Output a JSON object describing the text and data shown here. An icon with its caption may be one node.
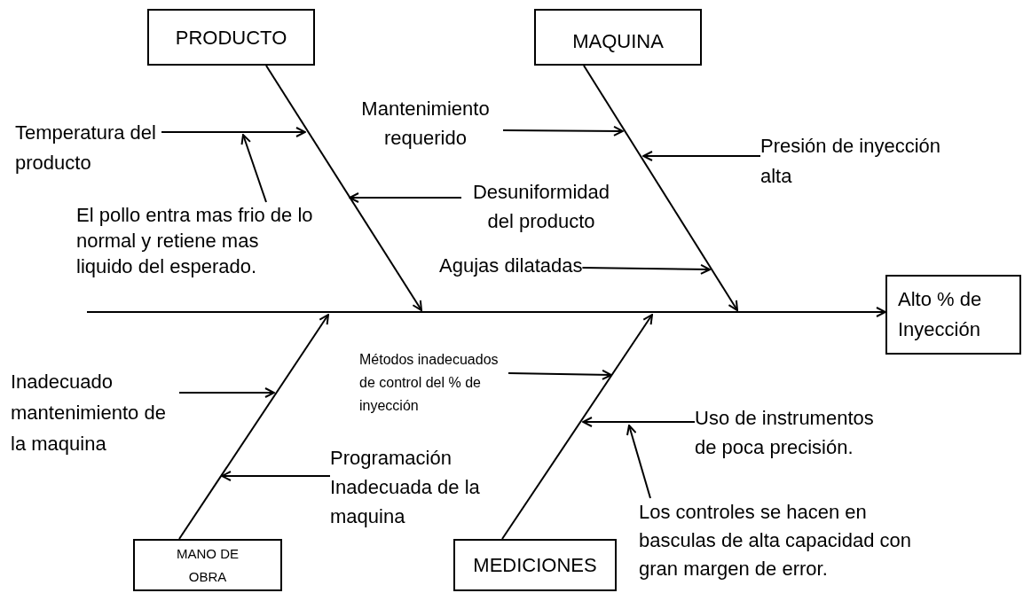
{
  "diagram": {
    "nodes": [
      {
        "text": [
          "PRODUCTO"
        ]
      },
      {
        "text": [
          "MAQUINA"
        ]
      },
      {
        "text": [
          "Alto % de Inyección"
        ]
      },
      {
        "text": [
          "MANO DE OBRA"
        ]
      },
      {
        "text": [
          "MEDICIONES"
        ]
      },
      {
        "text": [
          "Temperatura del producto"
        ]
      },
      {
        "text": [
          "El pollo entra mas frio de lo normal y retiene mas liquido del esperado."
        ]
      },
      {
        "text": [
          "Mantenimiento requerido"
        ]
      },
      {
        "text": [
          "Desuniformidad del producto"
        ]
      },
      {
        "text": [
          "Agujas dilatadas"
        ]
      },
      {
        "text": [
          "Presión de inyección alta"
        ]
      },
      {
        "text": [
          "Métodos inadecuados de control del % de inyección"
        ]
      },
      {
        "text": [
          "Inadecuado mantenimiento de la maquina"
        ]
      },
      {
        "text": [
          "Programación Inadecuada de la maquina"
        ]
      },
      {
        "text": [
          "Uso de instrumentos de poca precisión."
        ]
      },
      {
        "text": [
          "Los controles se hacen en basculas de alta capacidad con gran margen de error."
        ]
      }
    ],
    "edges": [
      {
        "from": null,
        "to": 2,
        "arrow": "to"
      },
      {
        "from": 0,
        "to": null,
        "arrow": "to"
      },
      {
        "from": 1,
        "to": null,
        "arrow": "to"
      },
      {
        "from": 3,
        "to": null,
        "arrow": "to"
      },
      {
        "from": 4,
        "to": null,
        "arrow": "to"
      },
      {
        "from": 5,
        "to": null,
        "arrow": "to"
      },
      {
        "from": 6,
        "to": null,
        "arrow": "to"
      },
      {
        "from": 7,
        "to": null,
        "arrow": "to"
      },
      {
        "from": 8,
        "to": null,
        "arrow": "to"
      },
      {
        "from": 9,
        "to": null,
        "arrow": "to"
      },
      {
        "from": 10,
        "to": null,
        "arrow": "to"
      },
      {
        "from": 11,
        "to": null,
        "arrow": "to"
      },
      {
        "from": 12,
        "to": null,
        "arrow": "to"
      },
      {
        "from": 13,
        "to": null,
        "arrow": "to"
      },
      {
        "from": 14,
        "to": null,
        "arrow": "to"
      },
      {
        "from": 15,
        "to": null,
        "arrow": "to"
      }
    ]
  }
}
